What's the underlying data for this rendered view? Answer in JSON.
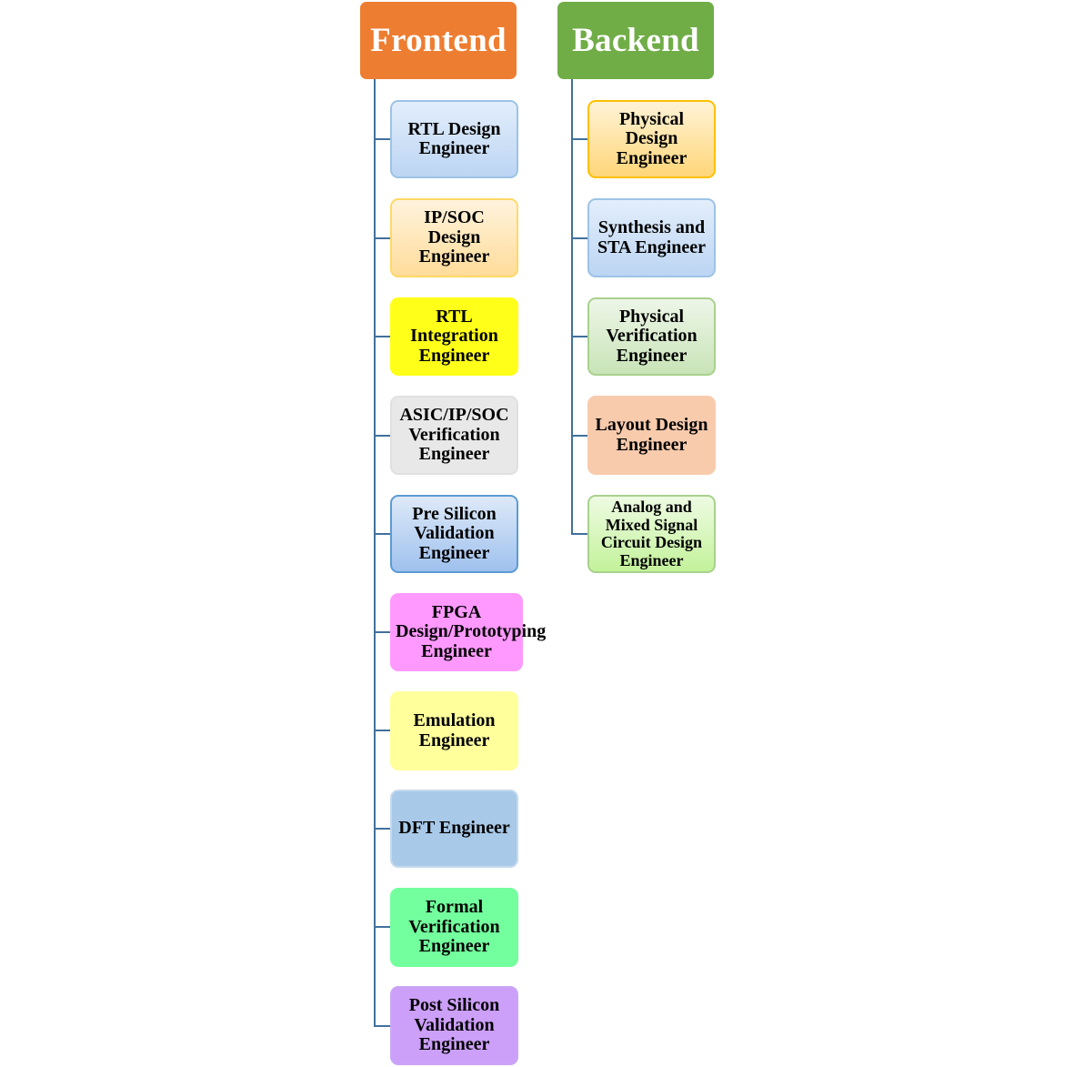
{
  "frontend": {
    "title": "Frontend",
    "color": "#ed7d31",
    "items": [
      {
        "label": "RTL Design Engineer",
        "fill_top": "#e3eefb",
        "fill_bottom": "#bcd5f3",
        "border": "#9dc3e6"
      },
      {
        "label": "IP/SOC Design Engineer",
        "fill_top": "#fff3dd",
        "fill_bottom": "#ffdc9a",
        "border": "#ffd966"
      },
      {
        "label": "RTL Integration Engineer",
        "fill_top": "#ffff1a",
        "fill_bottom": "#ffff1a",
        "border": "#ffff1a"
      },
      {
        "label": "ASIC/IP/SOC Verification Engineer",
        "fill_top": "#e8e8e8",
        "fill_bottom": "#e8e8e8",
        "border": "#e0e0e0"
      },
      {
        "label": "Pre Silicon Validation Engineer",
        "fill_top": "#dde9f8",
        "fill_bottom": "#9fc1ee",
        "border": "#5b9bd5"
      },
      {
        "label": "FPGA Design/Prototyping Engineer",
        "fill_top": "#ff99ff",
        "fill_bottom": "#ff99ff",
        "border": "#ff99ff"
      },
      {
        "label": "Emulation Engineer",
        "fill_top": "#ffff9c",
        "fill_bottom": "#ffff9c",
        "border": "#ffff9c"
      },
      {
        "label": "DFT Engineer",
        "fill_top": "#a8c9e8",
        "fill_bottom": "#a8c9e8",
        "border": "#c5d9ee"
      },
      {
        "label": "Formal Verification Engineer",
        "fill_top": "#73ff9e",
        "fill_bottom": "#73ff9e",
        "border": "#73ff9e"
      },
      {
        "label": "Post Silicon Validation Engineer",
        "fill_top": "#cc9ff9",
        "fill_bottom": "#cc9ff9",
        "border": "#c9a6f5"
      }
    ]
  },
  "backend": {
    "title": "Backend",
    "color": "#70ad47",
    "items": [
      {
        "label": "Physical Design Engineer",
        "fill_top": "#fff3d6",
        "fill_bottom": "#ffd679",
        "border": "#ffc000"
      },
      {
        "label": "Synthesis and STA Engineer",
        "fill_top": "#e3eefb",
        "fill_bottom": "#bcd5f3",
        "border": "#9dc3e6"
      },
      {
        "label": "Physical Verification Engineer",
        "fill_top": "#edf6e8",
        "fill_bottom": "#c9e4b8",
        "border": "#a9d18e"
      },
      {
        "label": "Layout Design Engineer",
        "fill_top": "#f8cbad",
        "fill_bottom": "#f8cbad",
        "border": "#f8cbad"
      },
      {
        "label": "Analog and Mixed Signal Circuit Design Engineer",
        "fill_top": "#eefbe3",
        "fill_bottom": "#c3f29a",
        "border": "#a9d18e"
      }
    ]
  },
  "line_color": "#41719c"
}
